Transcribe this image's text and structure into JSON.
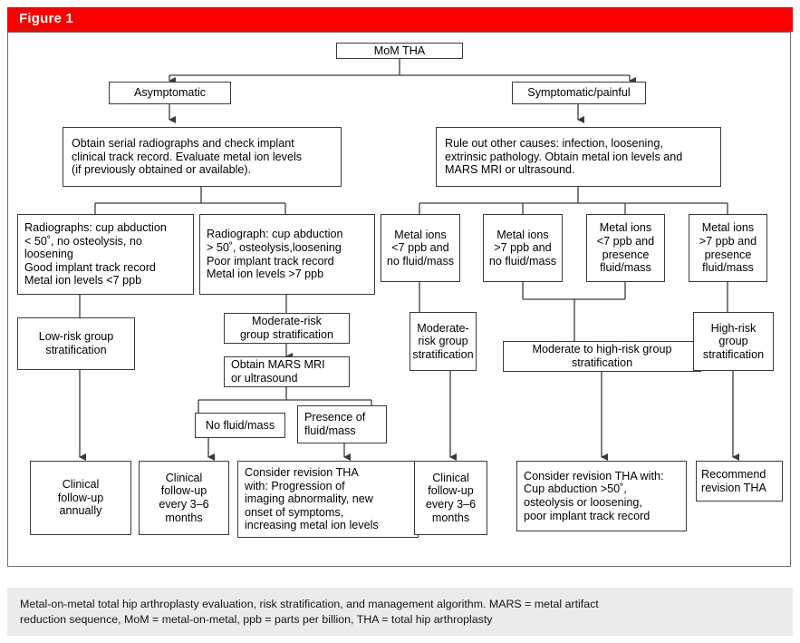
{
  "figure": {
    "label": "Figure 1",
    "header_color": "#fa0000",
    "caption": "Metal-on-metal total hip arthroplasty evaluation, risk stratification, and management algorithm. MARS = metal artifact\nreduction sequence, MoM = metal-on-metal, ppb = parts per billion, THA = total hip arthroplasty"
  },
  "chart_data": {
    "type": "diagram",
    "title": "Metal-on-metal total hip arthroplasty evaluation, risk stratification, and management algorithm",
    "orientation": "top-down",
    "nodes": [
      {
        "id": "n1",
        "label": "MoM THA"
      },
      {
        "id": "n2",
        "label": "Asymptomatic"
      },
      {
        "id": "n3",
        "label": "Symptomatic/painful"
      },
      {
        "id": "n4",
        "label": "Obtain serial radiographs and check implant\nclinical track record. Evaluate metal ion levels\n(if previously obtained or available)."
      },
      {
        "id": "n5",
        "label": "Rule out other causes: infection, loosening,\nextrinsic pathology. Obtain metal ion levels and\nMARS MRI or ultrasound."
      },
      {
        "id": "n6",
        "label": "Radiographs: cup abduction\n< 50˚, no osteolysis, no\nloosening\nGood implant track record\nMetal ion levels <7 ppb"
      },
      {
        "id": "n7",
        "label": "Radiograph: cup abduction\n> 50˚, osteolysis,loosening\nPoor implant track record\nMetal ion levels >7 ppb"
      },
      {
        "id": "n8",
        "label": "Metal ions\n<7 ppb and\nno fluid/mass"
      },
      {
        "id": "n9",
        "label": "Metal ions\n>7 ppb and\nno fluid/mass"
      },
      {
        "id": "n10",
        "label": "Metal ions\n<7 ppb and\npresence\nfluid/mass"
      },
      {
        "id": "n11",
        "label": "Metal ions\n>7 ppb and\npresence\nfluid/mass"
      },
      {
        "id": "n12",
        "label": "Low-risk group\nstratification"
      },
      {
        "id": "n13",
        "label": "Moderate-risk\ngroup stratification"
      },
      {
        "id": "n14",
        "label": "Moderate-\nrisk group\nstratification"
      },
      {
        "id": "n15",
        "label": "Moderate to high-risk group\nstratification"
      },
      {
        "id": "n16",
        "label": "High-risk\ngroup\nstratification"
      },
      {
        "id": "n17",
        "label": "Obtain MARS MRI\nor ultrasound"
      },
      {
        "id": "n18",
        "label": "No fluid/mass"
      },
      {
        "id": "n19",
        "label": "Presence of\nfluid/mass"
      },
      {
        "id": "n20",
        "label": "Clinical\nfollow-up\nannually"
      },
      {
        "id": "n21",
        "label": "Clinical\nfollow-up\nevery 3–6\nmonths"
      },
      {
        "id": "n22",
        "label": "Consider revision THA\nwith: Progression of\nimaging abnormality, new\nonset of symptoms,\nincreasing metal ion levels"
      },
      {
        "id": "n23",
        "label": "Clinical\nfollow-up\nevery 3–6\nmonths"
      },
      {
        "id": "n24",
        "label": "Consider revision THA with:\nCup abduction >50˚,\nosteolysis or loosening,\npoor implant track record"
      },
      {
        "id": "n25",
        "label": "Recommend\nrevision THA"
      }
    ],
    "edges": [
      {
        "from": "n1",
        "to": "n2"
      },
      {
        "from": "n1",
        "to": "n3"
      },
      {
        "from": "n2",
        "to": "n4"
      },
      {
        "from": "n3",
        "to": "n5"
      },
      {
        "from": "n4",
        "to": "n6"
      },
      {
        "from": "n4",
        "to": "n7"
      },
      {
        "from": "n5",
        "to": "n8"
      },
      {
        "from": "n5",
        "to": "n9"
      },
      {
        "from": "n5",
        "to": "n10"
      },
      {
        "from": "n5",
        "to": "n11"
      },
      {
        "from": "n6",
        "to": "n12"
      },
      {
        "from": "n7",
        "to": "n13"
      },
      {
        "from": "n8",
        "to": "n14"
      },
      {
        "from": "n9",
        "to": "n15"
      },
      {
        "from": "n10",
        "to": "n15"
      },
      {
        "from": "n11",
        "to": "n16"
      },
      {
        "from": "n13",
        "to": "n17"
      },
      {
        "from": "n17",
        "to": "n18"
      },
      {
        "from": "n17",
        "to": "n19"
      },
      {
        "from": "n12",
        "to": "n20"
      },
      {
        "from": "n18",
        "to": "n21"
      },
      {
        "from": "n19",
        "to": "n22"
      },
      {
        "from": "n14",
        "to": "n23"
      },
      {
        "from": "n15",
        "to": "n24"
      },
      {
        "from": "n16",
        "to": "n25"
      }
    ]
  }
}
